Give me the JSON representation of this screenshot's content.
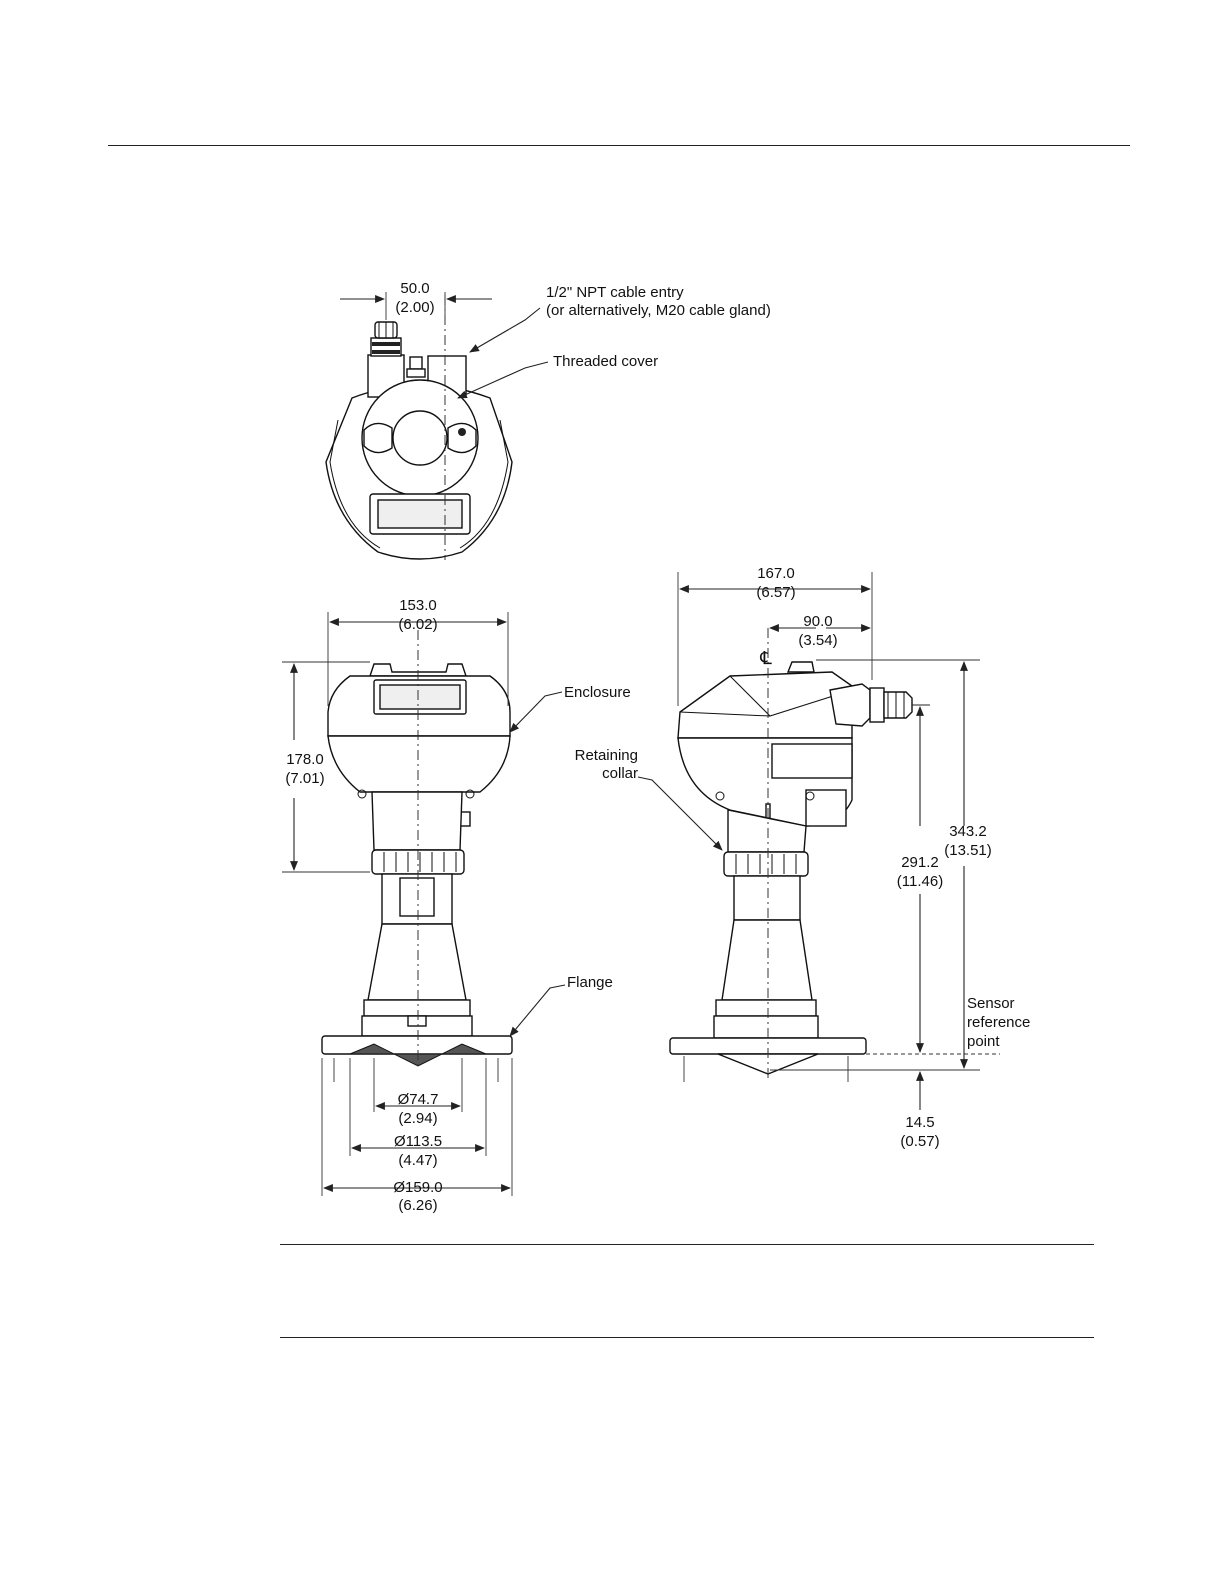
{
  "labels": {
    "cable_entry_1": "1/2\" NPT cable entry",
    "cable_entry_2": "(or alternatively, M20 cable gland)",
    "threaded_cover": "Threaded cover",
    "enclosure": "Enclosure",
    "retaining_collar_1": "Retaining",
    "retaining_collar_2": "collar",
    "flange": "Flange",
    "sensor_ref_1": "Sensor",
    "sensor_ref_2": "reference",
    "sensor_ref_3": "point",
    "centerline": "℄"
  },
  "dimensions": {
    "top_width": {
      "mm": "50.0",
      "in": "(2.00)"
    },
    "front_width": {
      "mm": "153.0",
      "in": "(6.02)"
    },
    "front_height": {
      "mm": "178.0",
      "in": "(7.01)"
    },
    "side_width": {
      "mm": "167.0",
      "in": "(6.57)"
    },
    "side_offset": {
      "mm": "90.0",
      "in": "(3.54)"
    },
    "total_height": {
      "mm": "343.2",
      "in": "(13.51)"
    },
    "ref_height": {
      "mm": "291.2",
      "in": "(11.46)"
    },
    "tip_height": {
      "mm": "14.5",
      "in": "(0.57)"
    },
    "dia_horn": {
      "mm": "Ø74.7",
      "in": "(2.94)"
    },
    "dia_bolt": {
      "mm": "Ø113.5",
      "in": "(4.47)"
    },
    "dia_flange": {
      "mm": "Ø159.0",
      "in": "(6.26)"
    }
  }
}
